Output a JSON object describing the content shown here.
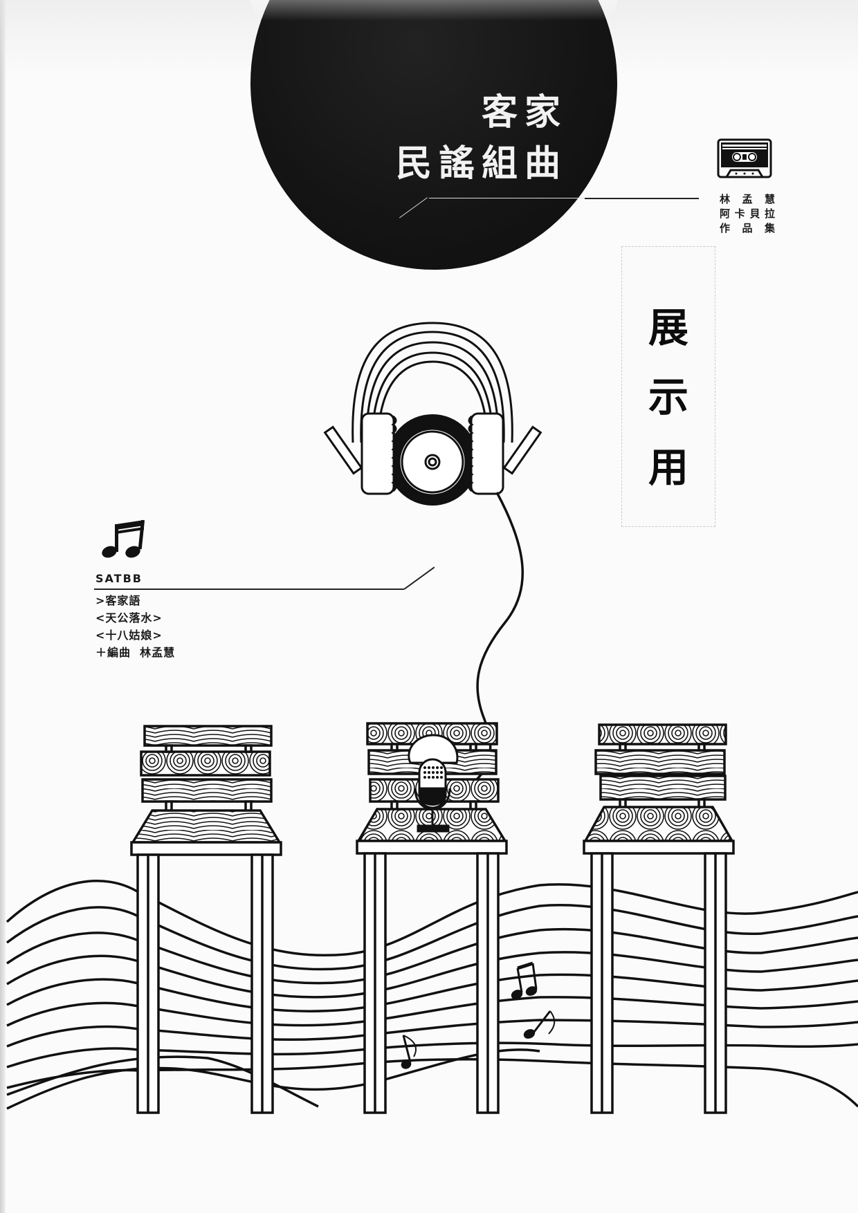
{
  "cover": {
    "title_line1": "客家",
    "title_line2": "民謠組曲",
    "series": {
      "icon": "cassette-tape-icon",
      "lines": [
        [
          "林",
          "孟",
          "慧"
        ],
        [
          "阿",
          "卡",
          "貝",
          "拉"
        ],
        [
          "作",
          "品",
          "集"
        ]
      ]
    },
    "stamp": {
      "chars": [
        "展",
        "示",
        "用"
      ]
    },
    "info": {
      "icon": "beamed-eighth-notes-icon",
      "voicing": "SATBB",
      "items": [
        ">客家語",
        "<天公落水>",
        "<十八姑娘>",
        "＋編曲  林孟慧"
      ]
    },
    "illustration": {
      "elements": [
        "headphones-with-vinyl-record",
        "microphone",
        "three-wooden-chairs",
        "wavy-staff-lines",
        "music-notes"
      ]
    },
    "colors": {
      "disc": "#141414",
      "ink": "#111111",
      "paper": "#fbfbfb"
    }
  }
}
